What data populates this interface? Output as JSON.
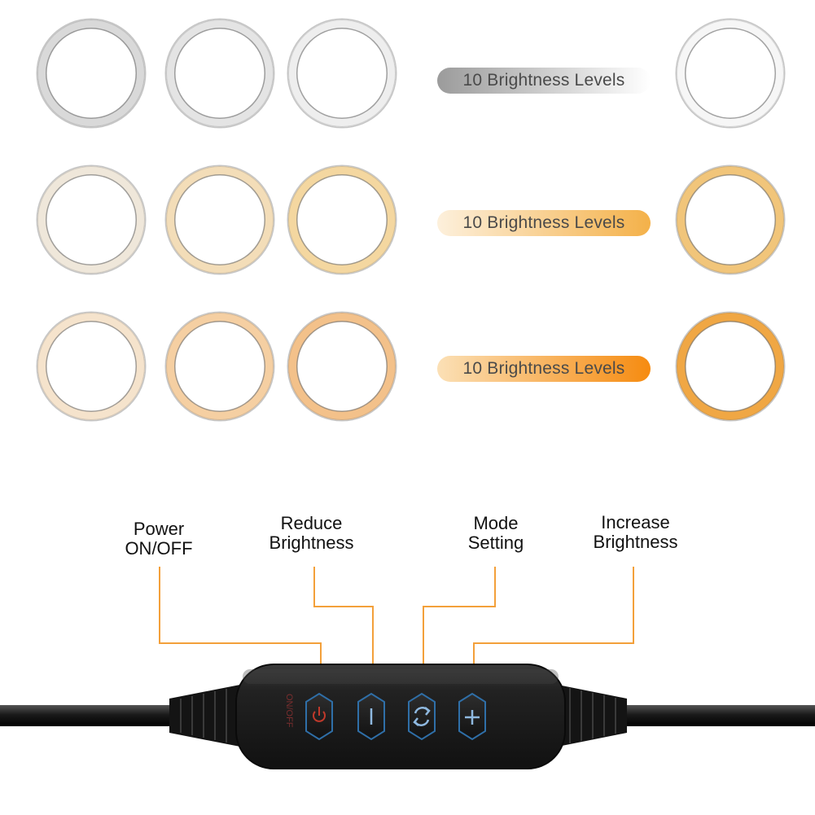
{
  "colors": {
    "accent_orange": "#f39a2a",
    "leader_line": "#f3a03a",
    "controller_body": "#1f1f1f"
  },
  "rows": [
    {
      "name": "white",
      "label": "10 Brightness Levels",
      "rings": [
        "#d9d9d9",
        "#e4e4e4",
        "#eeeeee",
        "#f6f6f6"
      ],
      "pill_gradient": [
        "#9b9b9b",
        "#ffffff"
      ]
    },
    {
      "name": "warm-white",
      "label": "10 Brightness Levels",
      "rings": [
        "#efe7da",
        "#f3ddb8",
        "#f4d7a0",
        "#f1c57a"
      ],
      "pill_gradient": [
        "#fdf0dc",
        "#f4b149"
      ]
    },
    {
      "name": "warm",
      "label": "10 Brightness Levels",
      "rings": [
        "#f5e3cc",
        "#f5cfa2",
        "#f3c18a",
        "#f0a744"
      ],
      "pill_gradient": [
        "#fbe0b6",
        "#f68b10"
      ]
    }
  ],
  "controls": {
    "power": {
      "line1": "Power",
      "line2": "ON/OFF",
      "icon": "power-icon"
    },
    "reduce": {
      "line1": "Reduce",
      "line2": "Brightness",
      "icon": "minus-icon"
    },
    "mode": {
      "line1": "Mode",
      "line2": "Setting",
      "icon": "cycle-icon"
    },
    "increase": {
      "line1": "Increase",
      "line2": "Brightness",
      "icon": "plus-icon"
    },
    "side_print": "ON/OFF"
  }
}
